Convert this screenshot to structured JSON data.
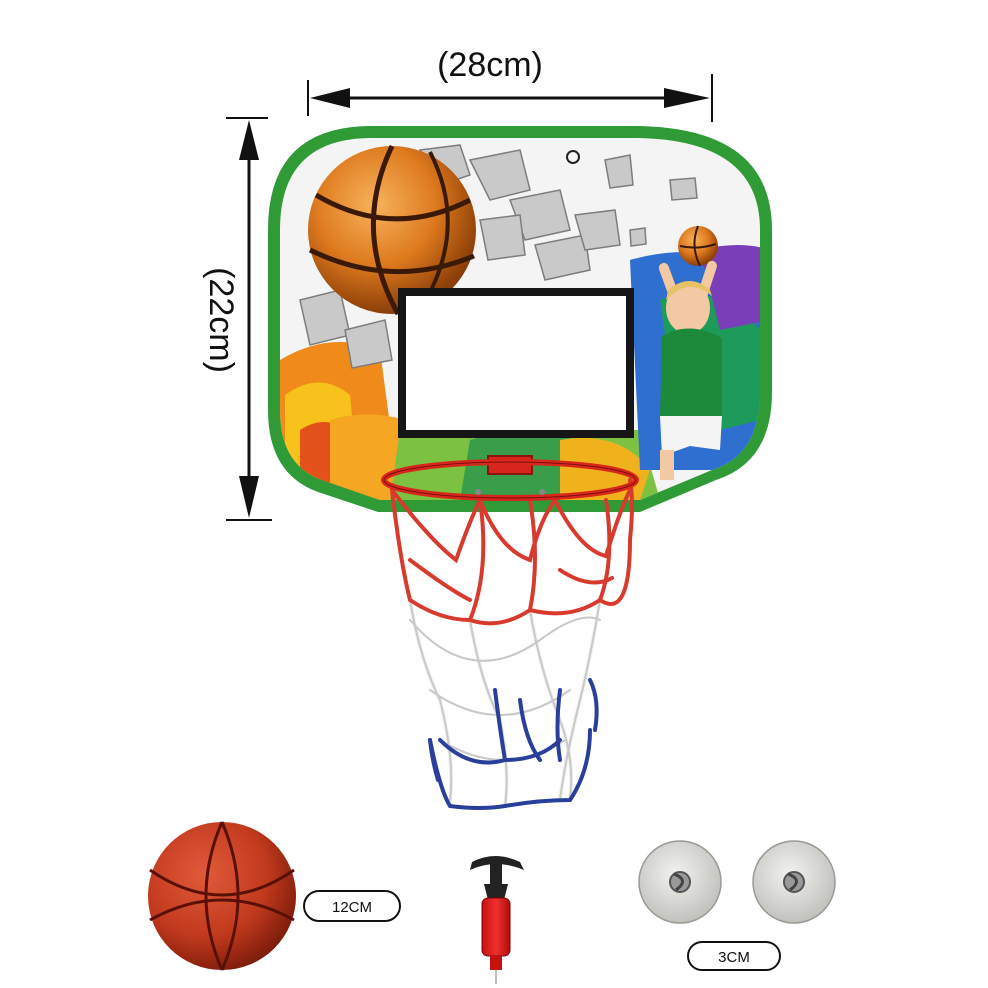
{
  "dimensions": {
    "width_label": "(28cm)",
    "height_label": "(22cm)"
  },
  "accessories": {
    "ball_size_label": "12CM",
    "suction_size_label": "3CM"
  },
  "colors": {
    "board_border": "#2f9a36",
    "ball_orange": "#e07a1c",
    "rim_red": "#d9261c",
    "net_red": "#d83a2e",
    "net_blue": "#2a3f9c",
    "shirt_green": "#1c8a3a"
  }
}
